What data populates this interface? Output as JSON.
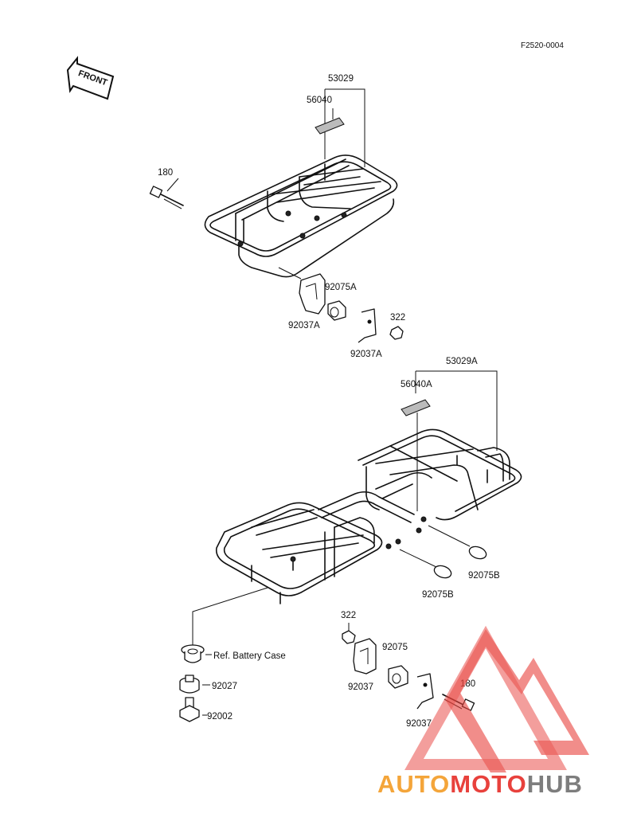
{
  "diagram": {
    "figure_code": "F2520-0004",
    "front_arrow_label": "FRONT",
    "labels": {
      "p53029": "53029",
      "p56040": "56040",
      "p180_top": "180",
      "p92075A": "92075A",
      "p92037A_left": "92037A",
      "p92037A_right": "92037A",
      "p322_top": "322",
      "p53029A": "53029A",
      "p56040A": "56040A",
      "p92075B_right": "92075B",
      "p92075B_left": "92075B",
      "p322_bottom": "322",
      "ref_battery_case": "Ref. Battery Case",
      "p92075": "92075",
      "p180_bottom": "180",
      "p92027": "92027",
      "p92037_upper": "92037",
      "p92002": "92002",
      "p92037_lower": "92037"
    }
  },
  "watermark": {
    "part1": "AUTO",
    "part2": "MOTO",
    "part3": "HUB",
    "color_red": "#e8413c",
    "color_orange": "#f4a53a",
    "color_gray": "#7d7d7d"
  }
}
